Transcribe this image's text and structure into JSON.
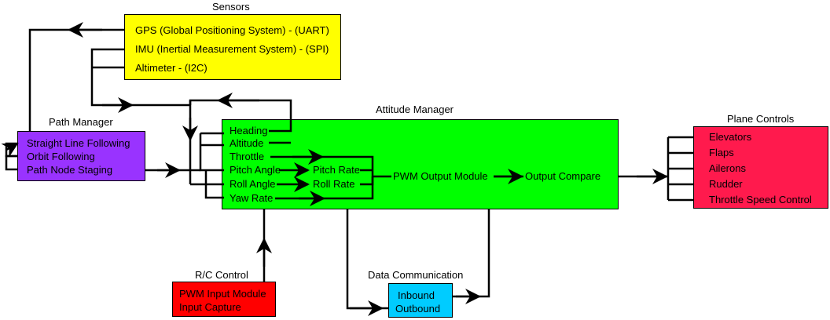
{
  "colors": {
    "sensors": "#ffff00",
    "path_manager": "#9933ff",
    "attitude_manager": "#00ff00",
    "plane_controls": "#ff1a4d",
    "rc_control": "#ff0000",
    "data_communication": "#00ccff",
    "line": "#000000"
  },
  "sensors": {
    "title": "Sensors",
    "items": [
      "GPS (Global Positioning System) - (UART)",
      "IMU (Inertial Measurement System) - (SPI)",
      "Altimeter - (I2C)"
    ]
  },
  "path_manager": {
    "title": "Path Manager",
    "items": [
      "Straight Line Following",
      "Orbit Following",
      "Path Node Staging"
    ]
  },
  "attitude_manager": {
    "title": "Attitude Manager",
    "inputs": [
      "Heading",
      "Altitude",
      "Throttle",
      "Pitch Angle",
      "Roll Angle",
      "Yaw Rate"
    ],
    "pitch_rate": "Pitch Rate",
    "roll_rate": "Roll Rate",
    "pwm_output": "PWM Output Module",
    "output_compare": "Output Compare"
  },
  "plane_controls": {
    "title": "Plane Controls",
    "items": [
      "Elevators",
      "Flaps",
      "Ailerons",
      "Rudder",
      "Throttle Speed Control"
    ]
  },
  "rc_control": {
    "title": "R/C Control",
    "items": [
      "PWM Input Module",
      "Input Capture"
    ]
  },
  "data_communication": {
    "title": "Data Communication",
    "items": [
      "Inbound",
      "Outbound"
    ]
  }
}
